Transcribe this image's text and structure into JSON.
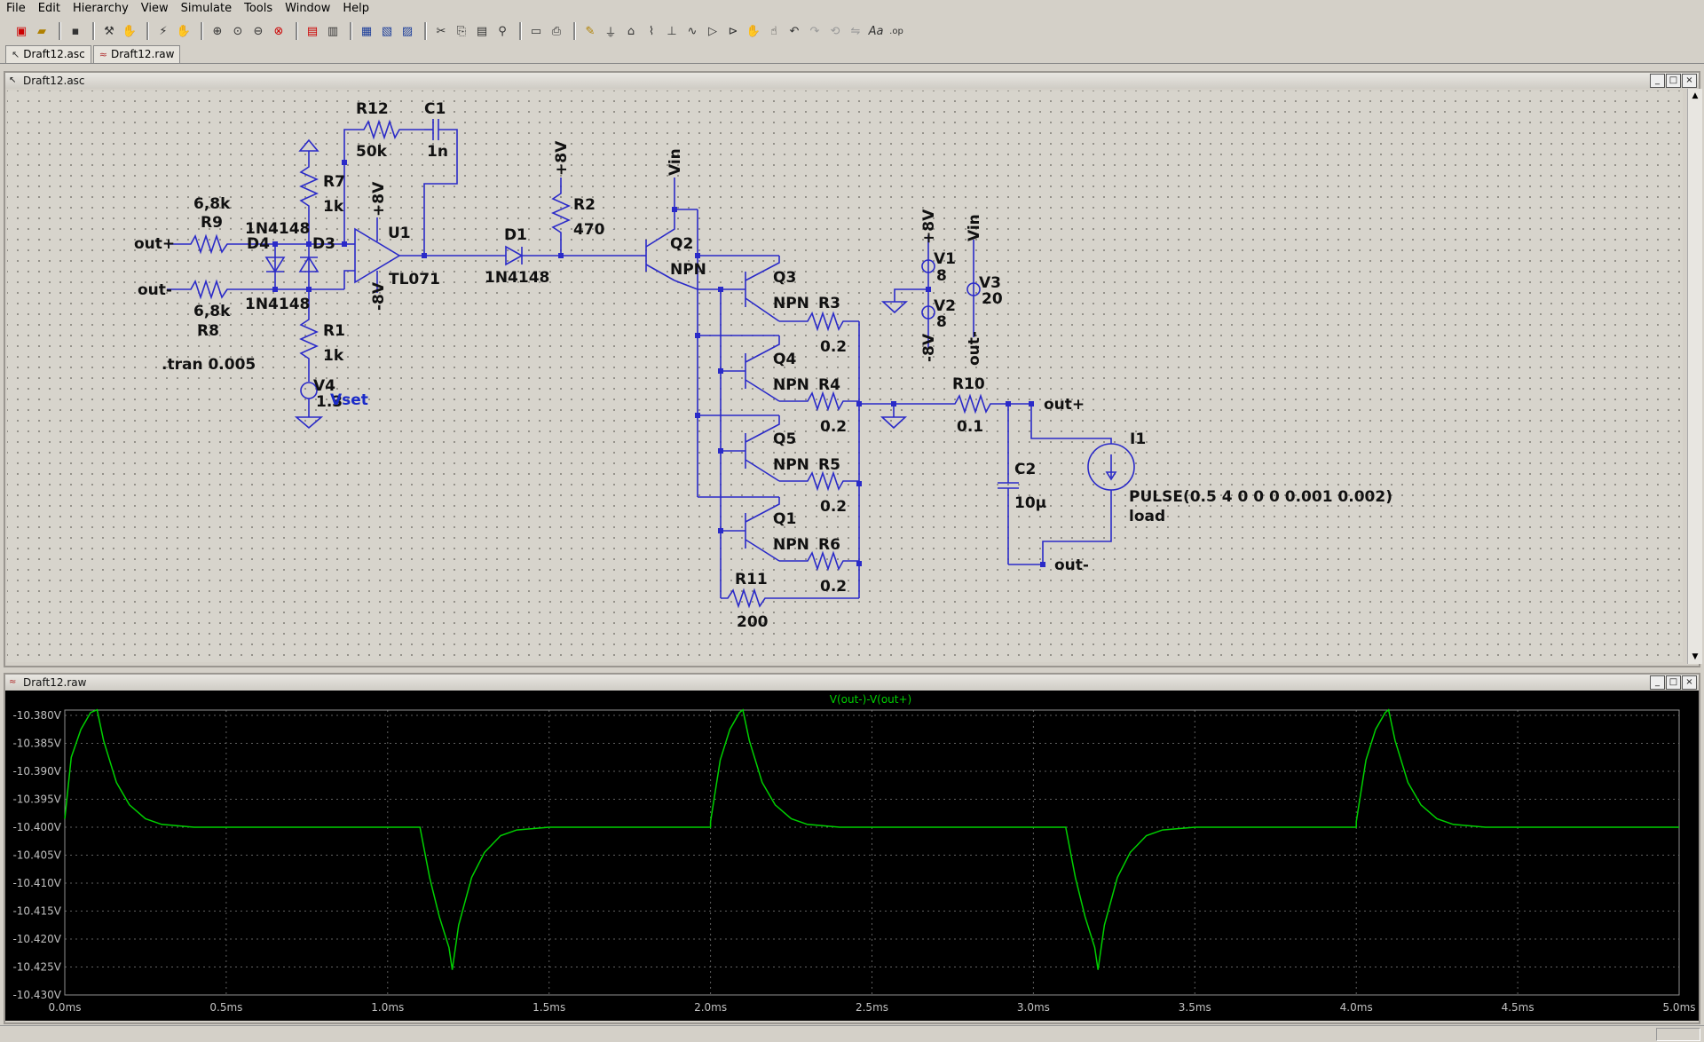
{
  "menu": [
    "File",
    "Edit",
    "Hierarchy",
    "View",
    "Simulate",
    "Tools",
    "Window",
    "Help"
  ],
  "tabs": [
    {
      "label": "Draft12.asc",
      "icon": "schematic-icon"
    },
    {
      "label": "Draft12.raw",
      "icon": "waveform-icon"
    }
  ],
  "schematic_window": {
    "title": "Draft12.asc"
  },
  "waveform_window": {
    "title": "Draft12.raw"
  },
  "schematic": {
    "R12": {
      "name": "R12",
      "value": "50k"
    },
    "C1": {
      "name": "C1",
      "value": "1n"
    },
    "R7": {
      "name": "R7",
      "value": "1k"
    },
    "R9": {
      "name": "R9",
      "value": "6,8k"
    },
    "R8": {
      "name": "R8",
      "value": "6,8k"
    },
    "D4": {
      "name": "D4",
      "value": "1N4148"
    },
    "D3": {
      "name": "D3",
      "value": "1N4148"
    },
    "U1": {
      "name": "U1",
      "value": "TL071"
    },
    "D1": {
      "name": "D1",
      "value": "1N4148"
    },
    "R2": {
      "name": "R2",
      "value": "470"
    },
    "R1": {
      "name": "R1",
      "value": "1k"
    },
    "V4": {
      "name": "V4",
      "value": "1.3"
    },
    "Q2": {
      "name": "Q2",
      "value": "NPN"
    },
    "Q3": {
      "name": "Q3",
      "value": "NPN"
    },
    "Q4": {
      "name": "Q4",
      "value": "NPN"
    },
    "Q5": {
      "name": "Q5",
      "value": "NPN"
    },
    "Q1": {
      "name": "Q1",
      "value": "NPN"
    },
    "R3": {
      "name": "R3",
      "value": "0.2"
    },
    "R4": {
      "name": "R4",
      "value": "0.2"
    },
    "R5": {
      "name": "R5",
      "value": "0.2"
    },
    "R6": {
      "name": "R6",
      "value": "0.2"
    },
    "R11": {
      "name": "R11",
      "value": "200"
    },
    "R10": {
      "name": "R10",
      "value": "0.1"
    },
    "C2": {
      "name": "C2",
      "value": "10µ"
    },
    "V1": {
      "name": "V1",
      "value": "8"
    },
    "V2": {
      "name": "V2",
      "value": "8"
    },
    "V3": {
      "name": "V3",
      "value": "20"
    },
    "I1": {
      "name": "I1",
      "value": "PULSE(0.5 4 0 0 0 0.001 0.002)",
      "value2": "load"
    },
    "labels": {
      "out_plus": "out+",
      "out_minus": "out-",
      "plus8": "+8V",
      "minus8": "-8V",
      "vin": "Vin",
      "vset": "Vset"
    },
    "directive": ".tran 0.005"
  },
  "chart_data": {
    "type": "line",
    "title": "V(out-)-V(out+)",
    "xlabel": "",
    "ylabel": "",
    "xlim": [
      0,
      5.0
    ],
    "ylim": [
      -10.43,
      -10.377
    ],
    "x_ticks": [
      "0.0ms",
      "0.5ms",
      "1.0ms",
      "1.5ms",
      "2.0ms",
      "2.5ms",
      "3.0ms",
      "3.5ms",
      "4.0ms",
      "4.5ms",
      "5.0ms"
    ],
    "y_ticks": [
      "-10.380V",
      "-10.385V",
      "-10.390V",
      "-10.395V",
      "-10.400V",
      "-10.405V",
      "-10.410V",
      "-10.415V",
      "-10.420V",
      "-10.425V",
      "-10.430V"
    ],
    "grid": true,
    "colors": {
      "background": "#000000",
      "trace": "#00d000",
      "grid": "#606060"
    },
    "series": [
      {
        "name": "V(out-)-V(out+)",
        "x": [
          0,
          0.02,
          0.05,
          0.08,
          0.1,
          0.12,
          0.16,
          0.2,
          0.25,
          0.3,
          0.4,
          0.5,
          1.0,
          1.1,
          1.13,
          1.16,
          1.19,
          1.2,
          1.22,
          1.26,
          1.3,
          1.35,
          1.4,
          1.5,
          2.0,
          2.0,
          2.03,
          2.06,
          2.09,
          2.1,
          2.12,
          2.16,
          2.2,
          2.25,
          2.3,
          2.4,
          2.5,
          3.0,
          3.1,
          3.13,
          3.16,
          3.19,
          3.2,
          3.22,
          3.26,
          3.3,
          3.35,
          3.4,
          3.5,
          4.0,
          4.0,
          4.03,
          4.06,
          4.09,
          4.1,
          4.12,
          4.16,
          4.2,
          4.25,
          4.3,
          4.4,
          4.5,
          5.0
        ],
        "y": [
          -10.3985,
          -10.3875,
          -10.3825,
          -10.3795,
          -10.379,
          -10.3845,
          -10.392,
          -10.396,
          -10.3985,
          -10.3995,
          -10.4,
          -10.4,
          -10.4,
          -10.4,
          -10.409,
          -10.416,
          -10.4215,
          -10.4255,
          -10.4175,
          -10.409,
          -10.4045,
          -10.4015,
          -10.4005,
          -10.4,
          -10.4,
          -10.399,
          -10.388,
          -10.3825,
          -10.3795,
          -10.379,
          -10.3845,
          -10.392,
          -10.396,
          -10.3985,
          -10.3995,
          -10.4,
          -10.4,
          -10.4,
          -10.4,
          -10.409,
          -10.416,
          -10.4215,
          -10.4255,
          -10.4175,
          -10.409,
          -10.4045,
          -10.4015,
          -10.4005,
          -10.4,
          -10.4,
          -10.399,
          -10.388,
          -10.3825,
          -10.3795,
          -10.379,
          -10.3845,
          -10.392,
          -10.396,
          -10.3985,
          -10.3995,
          -10.4,
          -10.4,
          -10.4
        ]
      }
    ]
  }
}
